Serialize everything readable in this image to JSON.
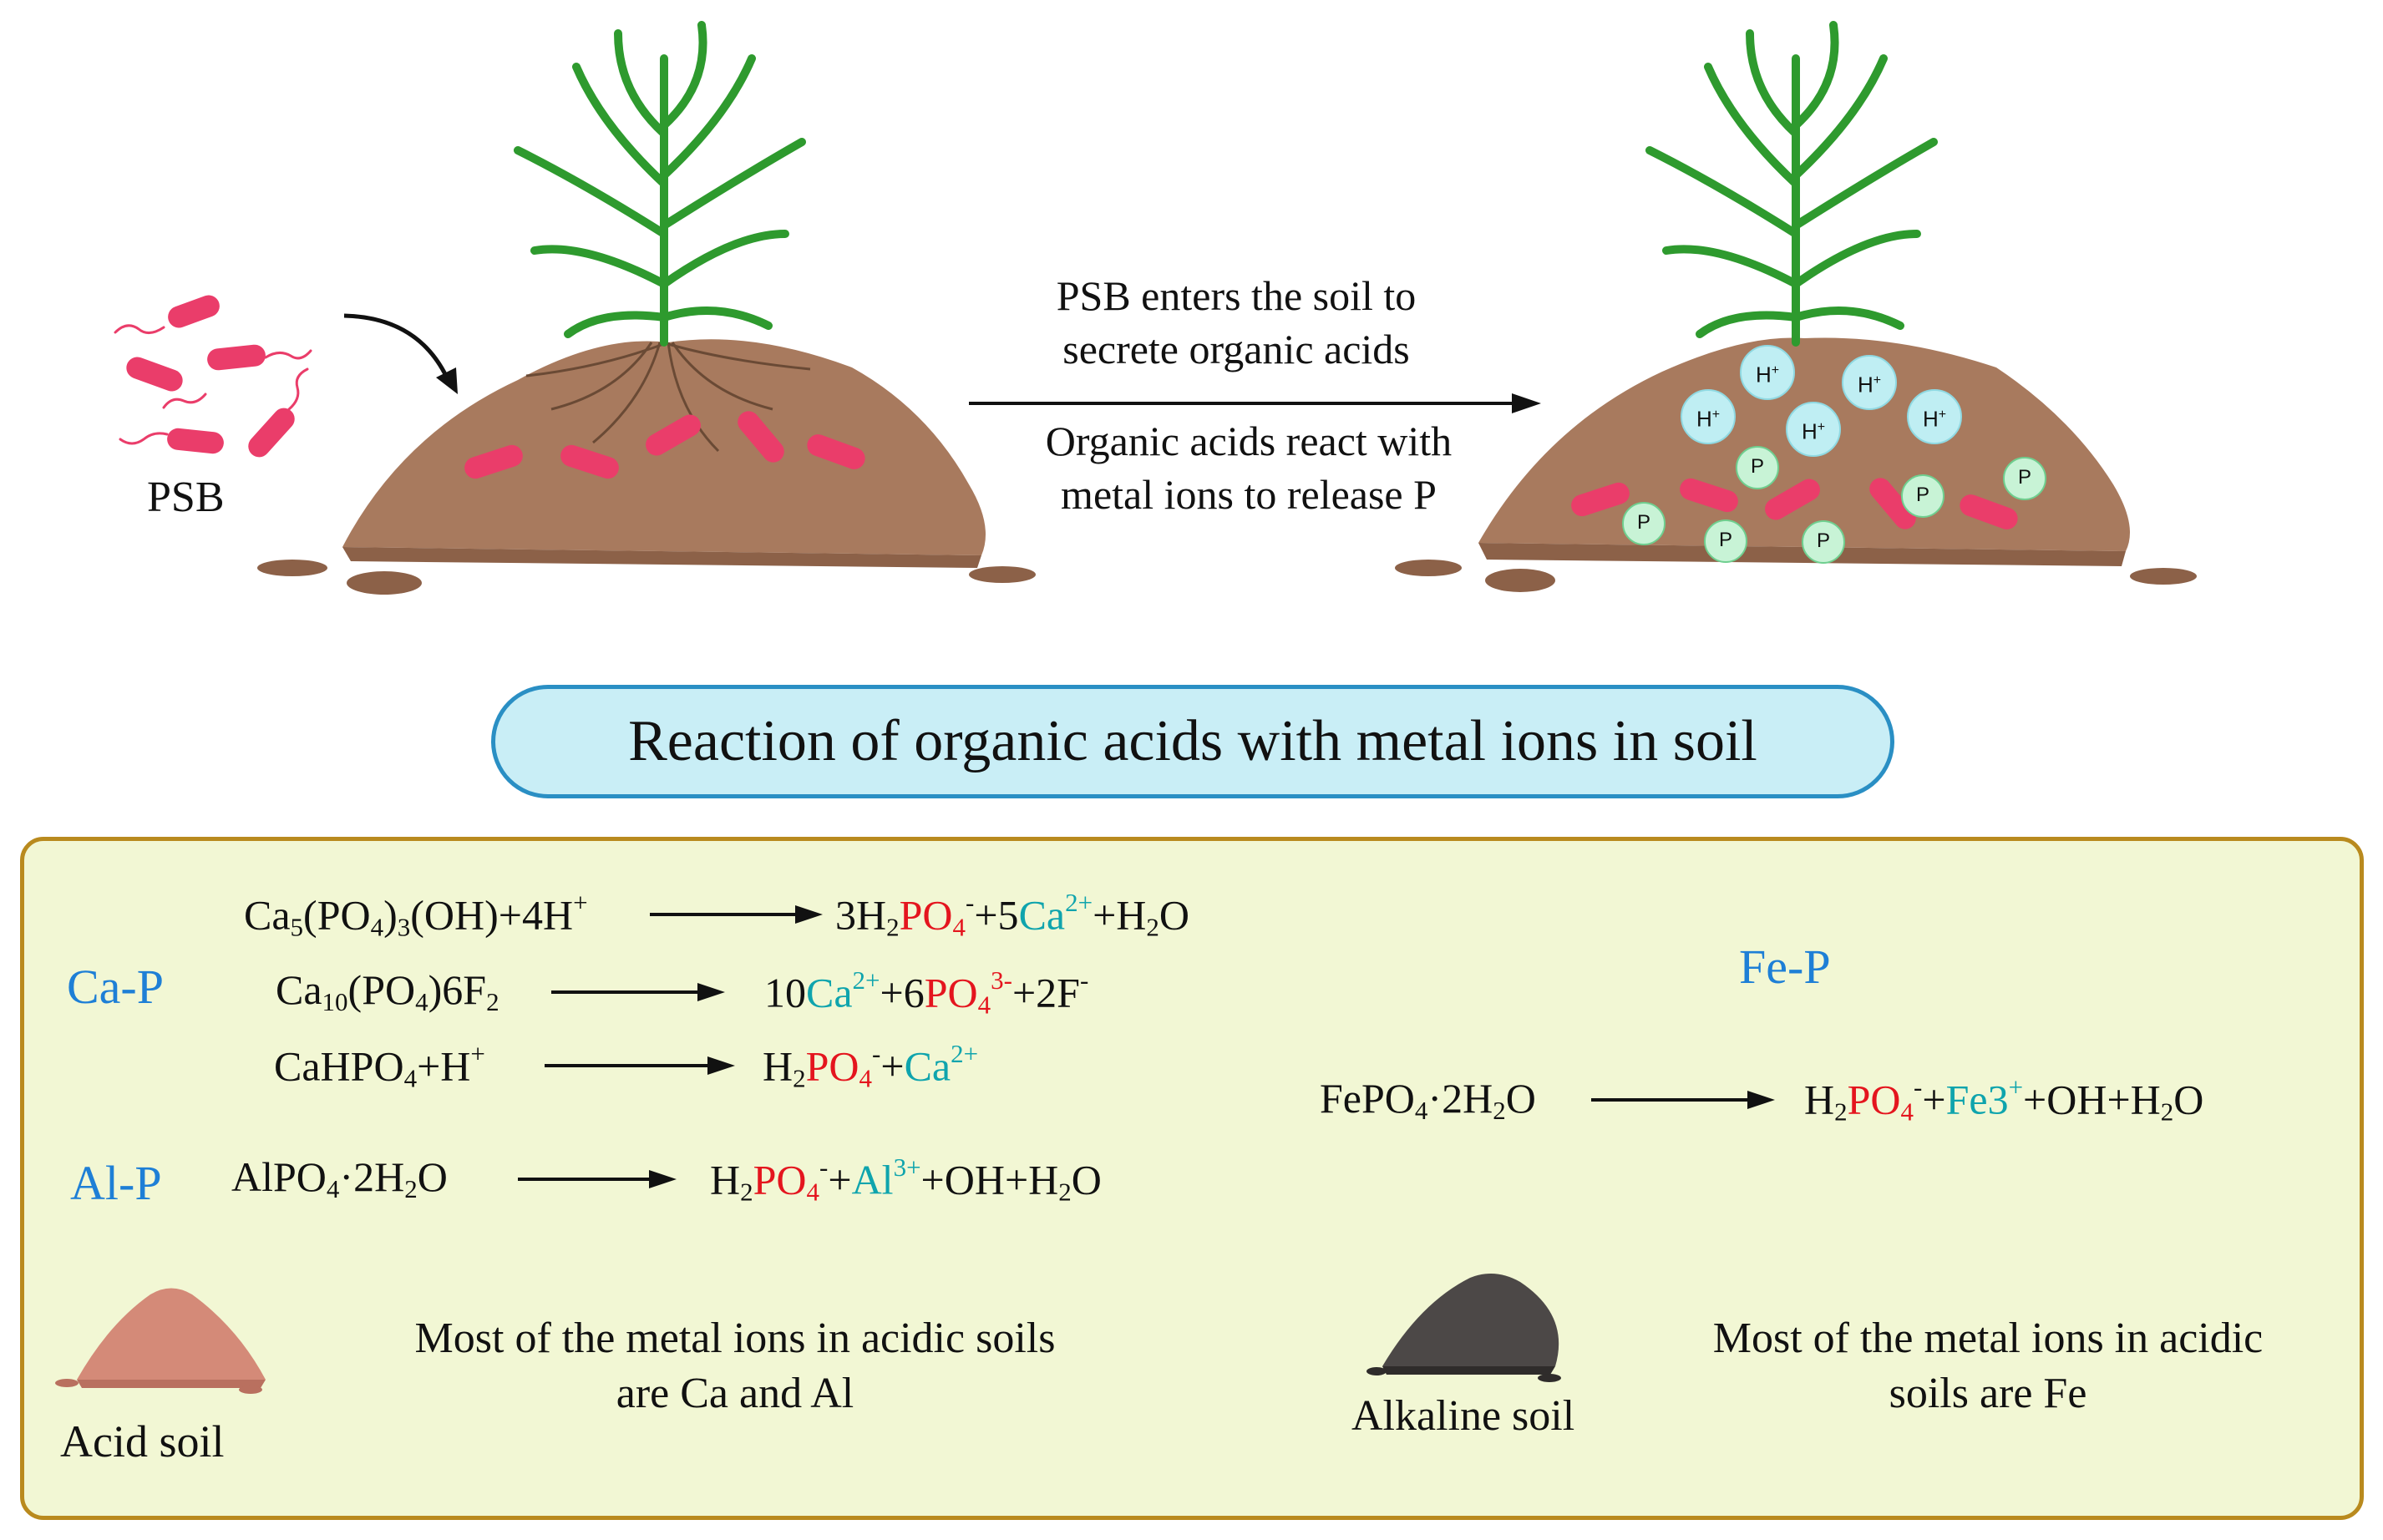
{
  "top": {
    "psb_label": "PSB",
    "step1": [
      "PSB enters the soil to",
      "secrete organic acids"
    ],
    "step2": [
      "Organic acids react with",
      "metal ions to release P"
    ],
    "ion_h": "H",
    "ion_h_charge": "+",
    "ion_p": "P"
  },
  "title": "Reaction of organic acids with metal ions in soil",
  "groups": {
    "ca": "Ca-P",
    "al": "Al-P",
    "fe": "Fe-P"
  },
  "eq_ca1": {
    "l1": "Ca",
    "l2": "5",
    "l3": "(PO",
    "l4": "4",
    "l5": ")",
    "l6": "3",
    "l7": "(OH)+4H",
    "l8": "+",
    "r1": "3H",
    "r2": "2",
    "r3": "PO",
    "r4": "4",
    "r5": "-",
    "r6": "+5",
    "r7": "Ca",
    "r8": "2+",
    "r9": "+H",
    "r10": "2",
    "r11": "O"
  },
  "eq_ca2": {
    "l1": "Ca",
    "l2": "10",
    "l3": "(PO",
    "l4": "4",
    "l5": ")6F",
    "l6": "2",
    "r1": "10",
    "r2": "Ca",
    "r3": "2+",
    "r4": "+6",
    "r5": "PO",
    "r6": "4",
    "r7": "3-",
    "r8": "+2F",
    "r9": "-"
  },
  "eq_ca3": {
    "l1": "CaHPO",
    "l2": "4",
    "l3": "+H",
    "l4": "+",
    "r1": "H",
    "r2": "2",
    "r3": "PO",
    "r4": "4",
    "r5": "-",
    "r6": "+",
    "r7": "Ca",
    "r8": "2+"
  },
  "eq_al": {
    "l1": "AlPO",
    "l2": "4",
    "l3": "·2H",
    "l4": "2",
    "l5": "O",
    "r1": "H",
    "r2": "2",
    "r3": "PO",
    "r4": "4",
    "r5": "-",
    "r6": "+",
    "r7": "Al",
    "r8": "3+",
    "r9": "+OH+H",
    "r10": "2",
    "r11": "O"
  },
  "eq_fe": {
    "l1": "FePO",
    "l2": "4",
    "l3": "·2H",
    "l4": "2",
    "l5": "O",
    "r1": "H",
    "r2": "2",
    "r3": "PO",
    "r4": "4",
    "r5": "-",
    "r6": "+",
    "r7": "Fe3",
    "r8": "+",
    "r9": "+OH+H",
    "r10": "2",
    "r11": "O"
  },
  "bottom": {
    "acid_soil_label": "Acid soil",
    "acid_note": [
      "Most of the metal ions in acidic soils",
      "are Ca and Al"
    ],
    "alkaline_soil_label": "Alkaline soil",
    "alkaline_note": [
      "Most of the metal ions in acidic",
      "soils are  Fe"
    ]
  },
  "colors": {
    "bacteria": "#ea3d6a",
    "soil": "#a87a5e",
    "plant": "#2e9a2e",
    "h_ion": "#bfeef3",
    "p_ion": "#c8f3d6",
    "phosphate": "#e4151e",
    "metal": "#0fa4ad",
    "group_label": "#1e7fd6"
  }
}
